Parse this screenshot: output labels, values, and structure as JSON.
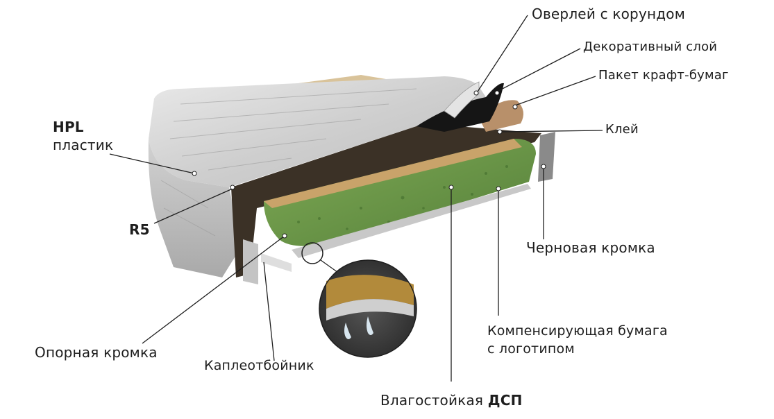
{
  "labels": {
    "overlay": "Оверлей с корундом",
    "decor": "Декоративный слой",
    "kraft": "Пакет крафт-бумаг",
    "glue": "Клей",
    "hpl_bold": "HPL",
    "hpl_sub": "пластик",
    "r5": "R5",
    "rough_edge": "Черновая кромка",
    "compensating_line1": "Компенсирующая бумага",
    "compensating_line2": "с логотипом",
    "support_edge": "Опорная кромка",
    "drip": "Каплеотбойник",
    "chipboard_prefix": "Влагостойкая ",
    "chipboard_bold": "ДСП"
  },
  "colors": {
    "plastic_surface": "#dcdcdc",
    "plastic_edge": "#b9b9b9",
    "chipboard_core": "#6e9a4a",
    "chipboard_edge": "#c9a36a",
    "kraft": "#b8906a",
    "decor": "#1a1a1a",
    "leader_line": "#1e1e1e",
    "magnifier_bg": "#3a3a3a"
  }
}
